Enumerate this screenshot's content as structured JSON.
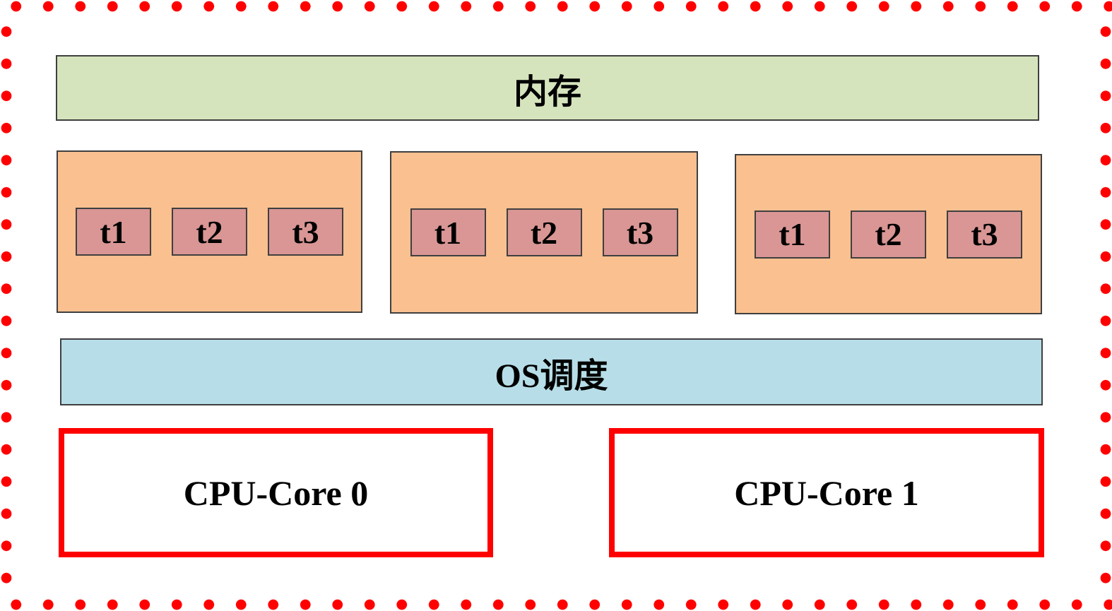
{
  "memory": {
    "label": "内存"
  },
  "os": {
    "label": "OS调度"
  },
  "thread_groups": [
    {
      "threads": [
        "t1",
        "t2",
        "t3"
      ]
    },
    {
      "threads": [
        "t1",
        "t2",
        "t3"
      ]
    },
    {
      "threads": [
        "t1",
        "t2",
        "t3"
      ]
    }
  ],
  "cpu_cores": [
    {
      "label": "CPU-Core 0"
    },
    {
      "label": "CPU-Core 1"
    }
  ],
  "colors": {
    "memory_fill": "#d6e4bd",
    "thread_group_fill": "#fac08f",
    "thread_fill": "#d99694",
    "os_fill": "#b7dee8",
    "cpu_border": "#ff0000",
    "dotted_border": "#ff0000",
    "box_outline": "#3f3f3f",
    "text": "#000000",
    "background": "#ffffff"
  }
}
